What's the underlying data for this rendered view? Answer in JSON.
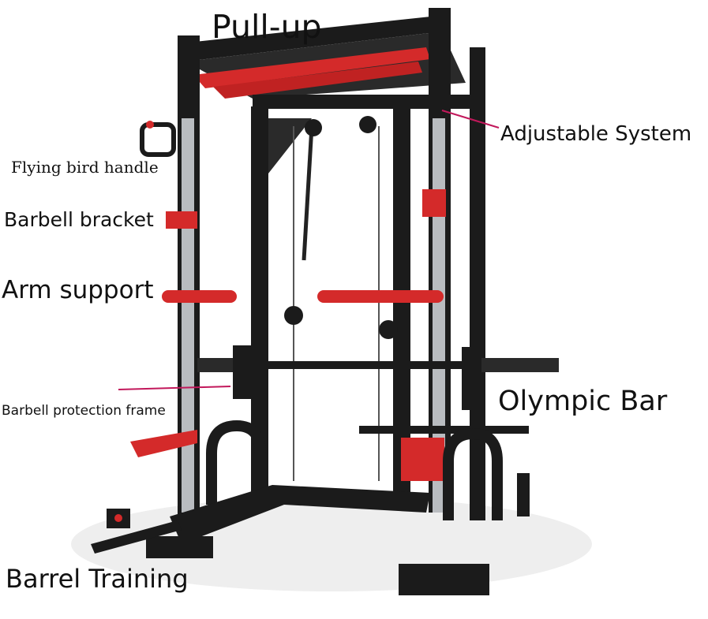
{
  "labels": {
    "pull_up": "Pull-up",
    "adjustable_system": "Adjustable System",
    "flying_bird_handle": "Flying bird handle",
    "barbell_bracket": "Barbell bracket",
    "arm_support": "Arm support",
    "olympic_bar": "Olympic Bar",
    "barbell_protection_frame": "Barbell protection frame",
    "barrel_training": "Barrel Training"
  },
  "colors": {
    "frame": "#1b1b1b",
    "accent_red": "#d42a2a",
    "steel": "#b9bcc0",
    "pointer": "#c2185b",
    "text": "#111111"
  }
}
